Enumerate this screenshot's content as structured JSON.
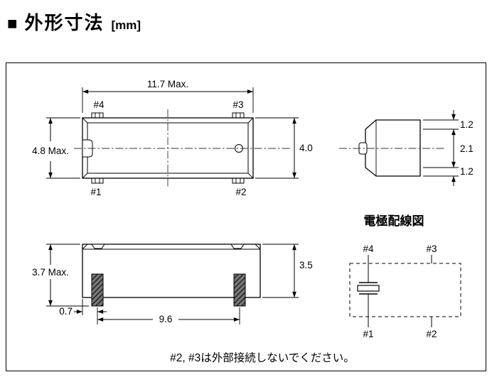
{
  "header": {
    "bullet": "■",
    "title": "外形寸法",
    "unit": "[mm]"
  },
  "top_view": {
    "dim_width": "11.7 Max.",
    "dim_height": "4.8 Max.",
    "dim_depth": "4.0",
    "pin_top_left": "#4",
    "pin_top_right": "#3",
    "pin_bottom_left": "#1",
    "pin_bottom_right": "#2"
  },
  "end_view": {
    "dim_top": "1.2",
    "dim_middle": "2.1",
    "dim_bottom": "1.2"
  },
  "side_view": {
    "dim_height": "3.7 Max.",
    "dim_body_height": "3.5",
    "dim_lead_offset": "0.7",
    "dim_lead_pitch": "9.6"
  },
  "wiring": {
    "title": "電極配線図",
    "pin_top_left": "#4",
    "pin_top_right": "#3",
    "pin_bottom_left": "#1",
    "pin_bottom_right": "#2"
  },
  "footnote": "#2, #3は外部接続しないでください。"
}
